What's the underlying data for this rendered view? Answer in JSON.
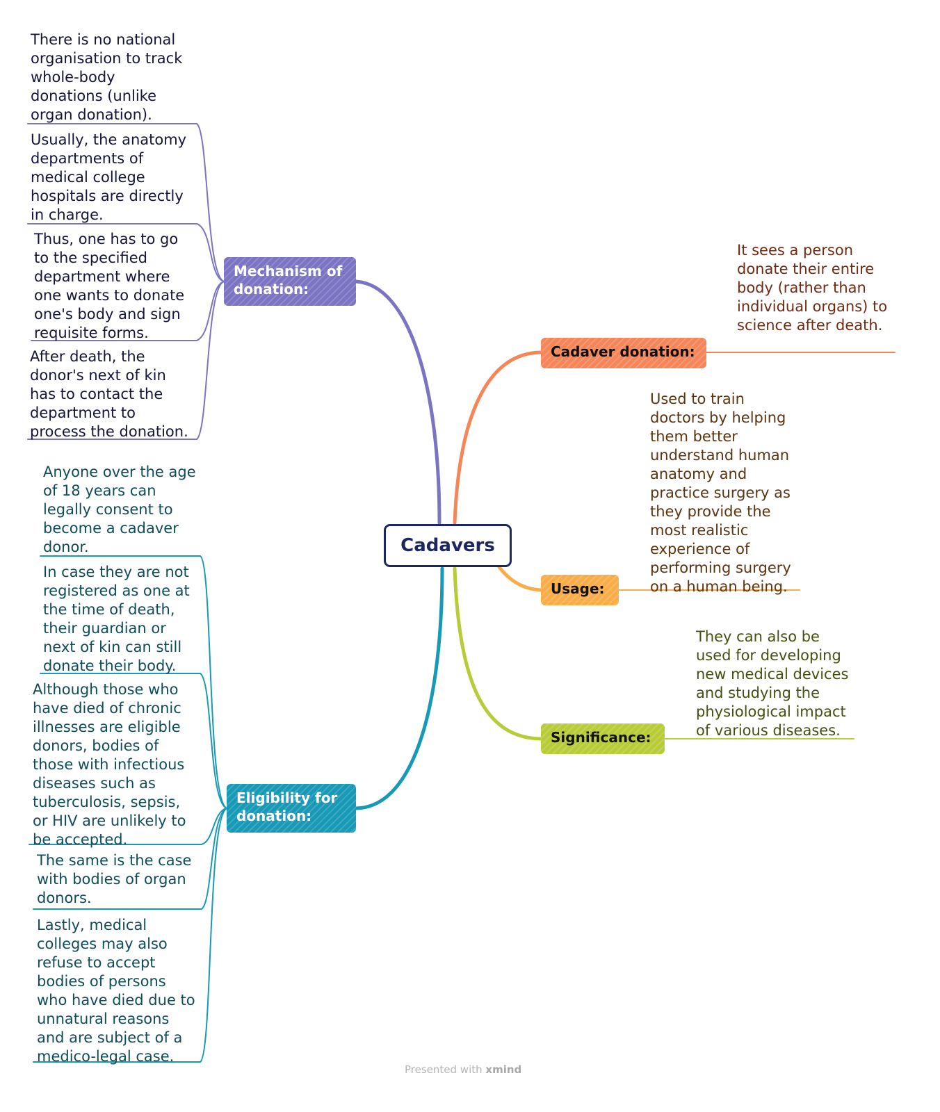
{
  "central": {
    "title": "Cadavers"
  },
  "branches": {
    "mechanism": {
      "label_line1": "Mechanism of",
      "label_line2": "donation:",
      "color": "#7b74c2",
      "notes": [
        [
          "There is no national",
          "organisation to track",
          "whole-body",
          "donations (unlike",
          "organ donation)."
        ],
        [
          "Usually, the anatomy",
          "departments of",
          "medical college",
          "hospitals are directly",
          "in charge."
        ],
        [
          "Thus, one has to go",
          "to the specified",
          "department where",
          "one wants to donate",
          "one's body and sign",
          "requisite forms."
        ],
        [
          "After death, the",
          "donor's next of kin",
          "has to contact the",
          "department to",
          "process the donation."
        ]
      ]
    },
    "eligibility": {
      "label_line1": "Eligibility for",
      "label_line2": "donation:",
      "color": "#1899b6",
      "notes": [
        [
          "Anyone over the age",
          "of 18 years can",
          "legally consent to",
          "become a cadaver",
          "donor."
        ],
        [
          "In case they are not",
          "registered as one at",
          "the time of death,",
          "their guardian or",
          "next of kin can still",
          "donate their body."
        ],
        [
          "Although those who",
          "have died of chronic",
          "illnesses are eligible",
          "donors, bodies of",
          "those with infectious",
          "diseases such as",
          "tuberculosis, sepsis,",
          "or HIV are unlikely to",
          "be accepted."
        ],
        [
          "The same is the case",
          "with bodies of organ",
          "donors."
        ],
        [
          "Lastly, medical",
          "colleges may also",
          "refuse to accept",
          "bodies of persons",
          "who have died due to",
          "unnatural reasons",
          "and are subject of a",
          "medico-legal case."
        ]
      ]
    },
    "cadaver_donation": {
      "label": "Cadaver donation:",
      "color": "#f4865a",
      "note": [
        "It sees a person",
        "donate their entire",
        "body (rather than",
        "individual organs) to",
        "science after death."
      ]
    },
    "usage": {
      "label": "Usage:",
      "color": "#f8ad49",
      "note": [
        "Used to train",
        "doctors by helping",
        "them better",
        "understand human",
        "anatomy and",
        "practice surgery as",
        "they provide the",
        "most realistic",
        "experience of",
        "performing surgery",
        "on a human being."
      ]
    },
    "significance": {
      "label": "Significance:",
      "color": "#b8cc38",
      "note": [
        "They can also be",
        "used for developing",
        "new medical devices",
        "and studying the",
        "physiological impact",
        "of various diseases."
      ]
    }
  },
  "footer": {
    "prefix": "Presented with",
    "brand": "xmind"
  }
}
